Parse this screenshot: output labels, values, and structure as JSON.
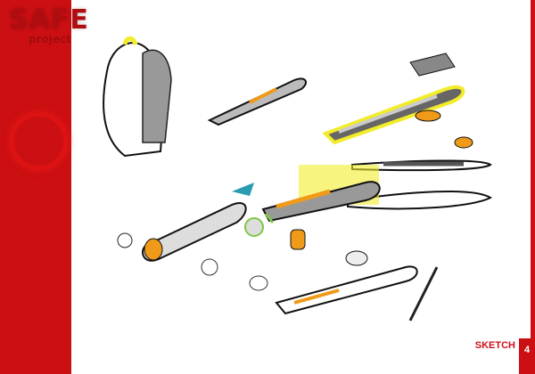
{
  "logo": {
    "main": "SAFE",
    "sub": "project"
  },
  "footer": {
    "section": "SKETCH",
    "page_number": "4"
  },
  "colors": {
    "brand_red": "#cc0f12",
    "highlight_yellow": "#f2ec2a",
    "accent_orange": "#f09a1a",
    "accent_teal": "#2a9bb0"
  }
}
